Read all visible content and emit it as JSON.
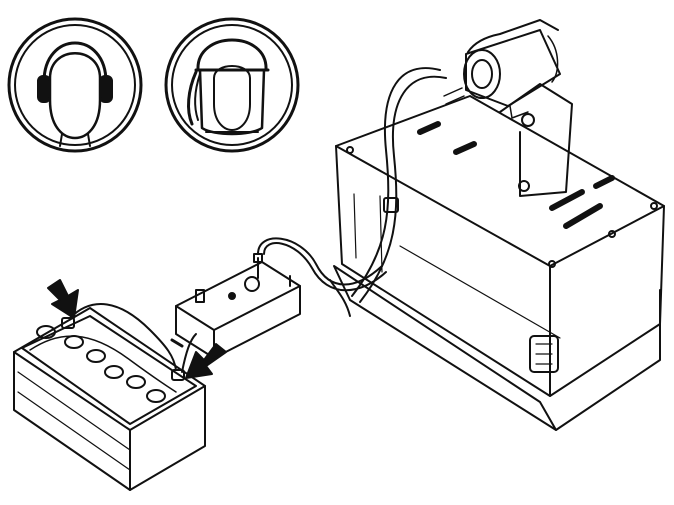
{
  "illustration": {
    "safety_icons": [
      {
        "icon": "ear-protection-icon"
      },
      {
        "icon": "face-shield-icon"
      }
    ],
    "components": [
      "battery",
      "charger",
      "control-unit"
    ],
    "arrows": [
      "battery-terminal-arrow-1",
      "battery-terminal-arrow-2"
    ]
  },
  "colors": {
    "line": "#111111",
    "background": "#ffffff",
    "arrow_fill": "#111111"
  }
}
